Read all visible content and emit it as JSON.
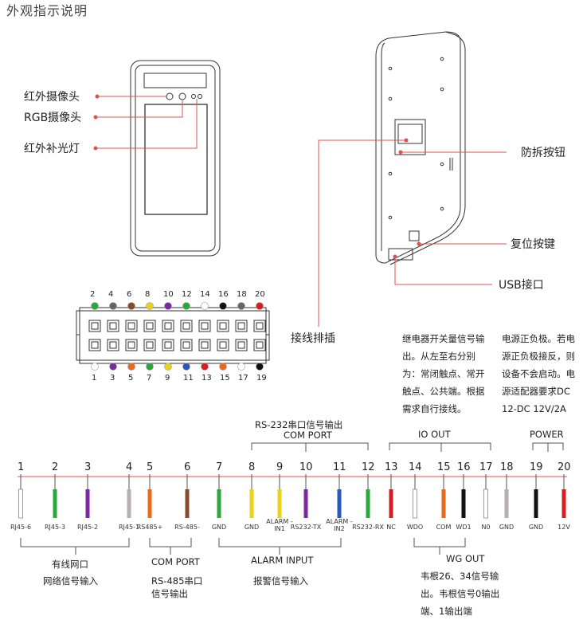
{
  "title": "外观指示说明",
  "front_callouts": {
    "ir_camera": "红外摄像头",
    "rgb_camera": "RGB摄像头",
    "ir_fill_light": "红外补光灯"
  },
  "back_callouts": {
    "tamper_button": "防拆按钮",
    "reset_button": "复位按键",
    "usb_port": "USB接口",
    "wiring_connector": "接线排插"
  },
  "connector_top_pins": [
    {
      "num": "2",
      "color": "#2aa83a"
    },
    {
      "num": "4",
      "color": "#666666"
    },
    {
      "num": "6",
      "color": "#8a4a2a"
    },
    {
      "num": "8",
      "color": "#e8d21c"
    },
    {
      "num": "10",
      "color": "#7a2aa0"
    },
    {
      "num": "12",
      "color": "#2aa83a"
    },
    {
      "num": "14",
      "color": "#ffffff"
    },
    {
      "num": "16",
      "color": "#111111"
    },
    {
      "num": "18",
      "color": "#666666"
    },
    {
      "num": "20",
      "color": "#d42020"
    }
  ],
  "connector_bottom_pins": [
    {
      "num": "1",
      "color": "#ffffff"
    },
    {
      "num": "3",
      "color": "#7a2aa0"
    },
    {
      "num": "5",
      "color": "#e86a1c"
    },
    {
      "num": "7",
      "color": "#2aa83a"
    },
    {
      "num": "9",
      "color": "#e8d21c"
    },
    {
      "num": "11",
      "color": "#2a5ab8"
    },
    {
      "num": "13",
      "color": "#d42020"
    },
    {
      "num": "15",
      "color": "#e86a1c"
    },
    {
      "num": "17",
      "color": "#ffffff"
    },
    {
      "num": "19",
      "color": "#111111"
    }
  ],
  "relay_note": "继电器开关量信号输出。从左至右分别为：常闭触点、常开触点、公共端。根据需求自行接线。",
  "power_note": "电源正负极。若电源正负极接反，则设备不会启动。电源适配器要求DC 12-DC 12V/2A",
  "groups": {
    "rs232_title": "RS-232串口信号输出",
    "com_port": "COM PORT",
    "io_out": "IO OUT",
    "power": "POWER",
    "wired_net": "有线网口",
    "net_input": "网络信号输入",
    "com_port_bottom": "COM PORT",
    "rs485_line1": "RS-485串口",
    "rs485_line2": "信号输出",
    "alarm_input": "ALARM INPUT",
    "alarm_input_cn": "报警信号输入",
    "wg_out": "WG OUT",
    "wg_note": "韦根26、34信号输出。韦根信号0输出端、1输出端"
  },
  "wires": [
    {
      "num": "1",
      "label": "RJ45-6",
      "color": "#ffffff"
    },
    {
      "num": "2",
      "label": "RJ45-3",
      "color": "#2aa83a"
    },
    {
      "num": "3",
      "label": "RJ45-2",
      "color": "#7a2aa0"
    },
    {
      "num": "4",
      "label": "RJ45-1",
      "color": "#b8b0b0"
    },
    {
      "num": "5",
      "label": "RS485+",
      "color": "#e86a1c"
    },
    {
      "num": "6",
      "label": "RS-485-",
      "color": "#8a4a2a"
    },
    {
      "num": "7",
      "label": "GND",
      "color": "#2aa83a"
    },
    {
      "num": "8",
      "label": "GND",
      "color": "#e8d21c"
    },
    {
      "num": "9",
      "label": "ALARM -IN1",
      "color": "#e8d21c"
    },
    {
      "num": "10",
      "label": "RS232-TX",
      "color": "#7a2aa0"
    },
    {
      "num": "11",
      "label": "ALARM -IN2",
      "color": "#2a5ab8"
    },
    {
      "num": "12",
      "label": "RS232-RX",
      "color": "#2aa83a"
    },
    {
      "num": "13",
      "label": "NC",
      "color": "#d42020"
    },
    {
      "num": "14",
      "label": "WDO",
      "color": "#ffffff"
    },
    {
      "num": "15",
      "label": "COM",
      "color": "#e86a1c"
    },
    {
      "num": "16",
      "label": "WD1",
      "color": "#111111"
    },
    {
      "num": "17",
      "label": "N0",
      "color": "#ffffff"
    },
    {
      "num": "18",
      "label": "GND",
      "color": "#b8b0b0"
    },
    {
      "num": "19",
      "label": "GND",
      "color": "#111111"
    },
    {
      "num": "20",
      "label": "12V",
      "color": "#d42020"
    }
  ]
}
